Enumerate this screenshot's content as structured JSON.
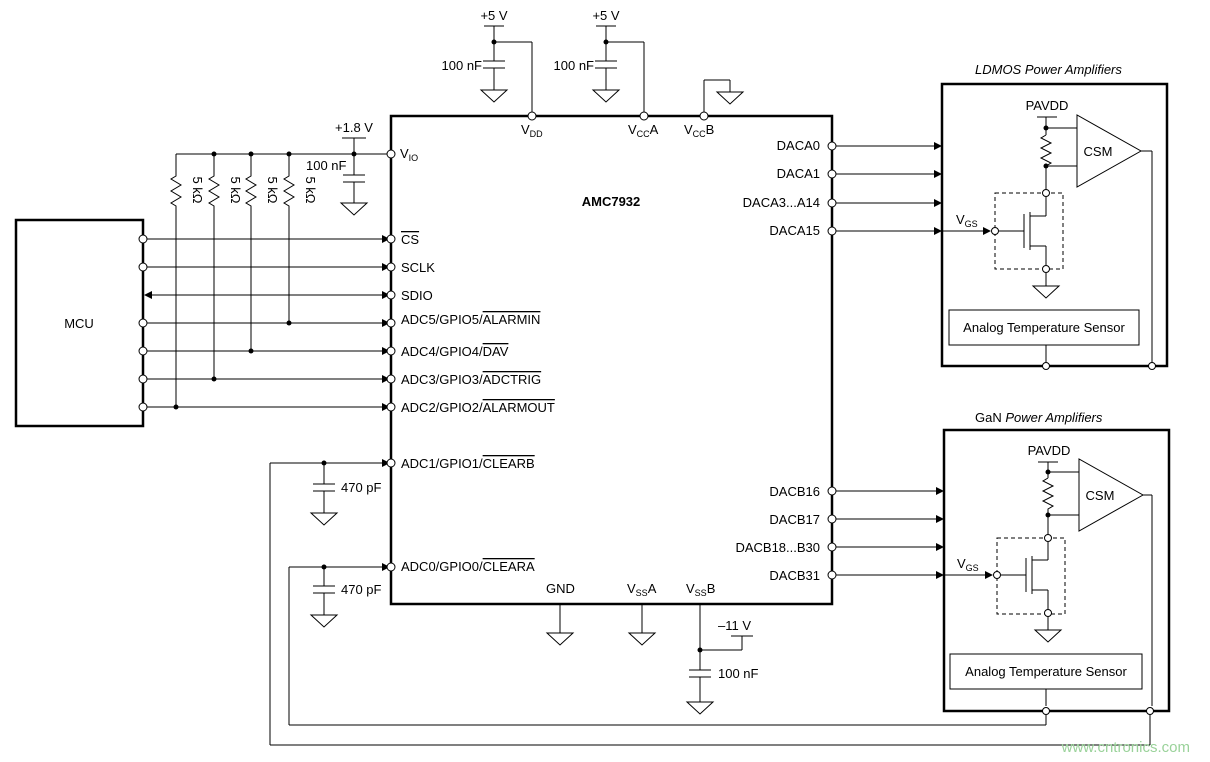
{
  "chip": {
    "name": "AMC7932"
  },
  "mcu": {
    "label": "MCU"
  },
  "supplies": {
    "vdd_rail": "+5 V",
    "vcca_rail": "+5 V",
    "vio_rail": "+1.8 V",
    "vss_rail": "–11 V"
  },
  "caps": {
    "vdd": "100 nF",
    "vcca": "100 nF",
    "vio": "100 nF",
    "vssb": "100 nF",
    "adc1": "470 pF",
    "adc0": "470 pF"
  },
  "resistors": [
    "5 kΩ",
    "5 kΩ",
    "5 kΩ",
    "5 kΩ"
  ],
  "top_pins": {
    "vdd": "V",
    "vdd_sub": "DD",
    "vcca": "V",
    "vcca_sub": "CC",
    "vcca_suffix": "A",
    "vccb": "V",
    "vccb_sub": "CC",
    "vccb_suffix": "B"
  },
  "vio_pin": {
    "main": "V",
    "sub": "IO"
  },
  "left_pins": [
    {
      "plain": "",
      "over": "CS"
    },
    {
      "plain": "SCLK",
      "over": ""
    },
    {
      "plain": "SDIO",
      "over": ""
    },
    {
      "plain": "ADC5/GPIO5/",
      "over": "ALARMIN"
    },
    {
      "plain": "ADC4/GPIO4/",
      "over": "DAV"
    },
    {
      "plain": "ADC3/GPIO3/",
      "over": "ADCTRIG"
    },
    {
      "plain": "ADC2/GPIO2/",
      "over": "ALARMOUT"
    },
    {
      "plain": "ADC1/GPIO1/",
      "over": "CLEARB"
    },
    {
      "plain": "ADC0/GPIO0/",
      "over": "CLEARA"
    }
  ],
  "right_pins_a": [
    "DACA0",
    "DACA1",
    "DACA3...A14",
    "DACA15"
  ],
  "right_pins_b": [
    "DACB16",
    "DACB17",
    "DACB18...B30",
    "DACB31"
  ],
  "bottom_pins": {
    "gnd": "GND",
    "vssa": "V",
    "vssa_sub": "SS",
    "vssa_suffix": "A",
    "vssb": "V",
    "vssb_sub": "SS",
    "vssb_suffix": "B"
  },
  "pa_top": {
    "title_italic_prefix": "LDMOS",
    "title_italic": " Power Amplifiers",
    "pavdd": "PAVDD",
    "csm": "CSM",
    "vgs": "V",
    "vgs_sub": "GS",
    "sensor": "Analog Temperature Sensor"
  },
  "pa_bottom": {
    "title_prefix": "GaN",
    "title_italic": " Power Amplifiers",
    "pavdd": "PAVDD",
    "csm": "CSM",
    "vgs": "V",
    "vgs_sub": "GS",
    "sensor": "Analog Temperature Sensor"
  },
  "watermark": "www.cntronics.com"
}
